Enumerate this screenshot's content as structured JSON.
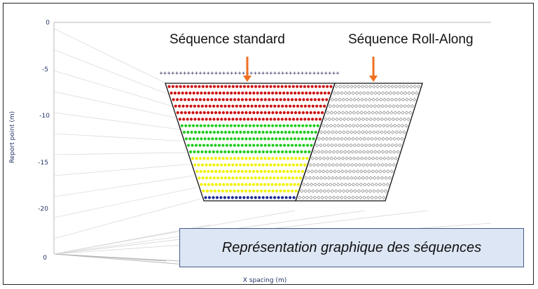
{
  "chart_data": {
    "type": "scatter",
    "title": "",
    "xlabel": "X spacing (m)",
    "ylabel": "Report point (m)",
    "ylim": [
      -25,
      0
    ],
    "yticks": [
      "0",
      "-5",
      "-10",
      "-15",
      "-20",
      "0"
    ],
    "series": [
      {
        "name": "Séquence standard",
        "levels": 18,
        "level_colors": [
          "red",
          "red",
          "red",
          "red",
          "red",
          "red",
          "green",
          "green",
          "green",
          "green",
          "green",
          "yellow",
          "yellow",
          "yellow",
          "yellow",
          "yellow",
          "yellow",
          "blue"
        ]
      },
      {
        "name": "Séquence Roll-Along",
        "levels": 18,
        "marker": "open-diamond"
      }
    ],
    "colors": {
      "red": "#cc1111",
      "green": "#22cc22",
      "yellow": "#f2f200",
      "blue": "#1a2a99",
      "rollalong": "#888888",
      "electrode": "#1a1a55",
      "arrow": "#f07020",
      "axis_label": "#223366"
    }
  },
  "annotations": {
    "standard": "Séquence standard",
    "rollalong": "Séquence Roll-Along"
  },
  "caption": "Représentation graphique des séquences"
}
